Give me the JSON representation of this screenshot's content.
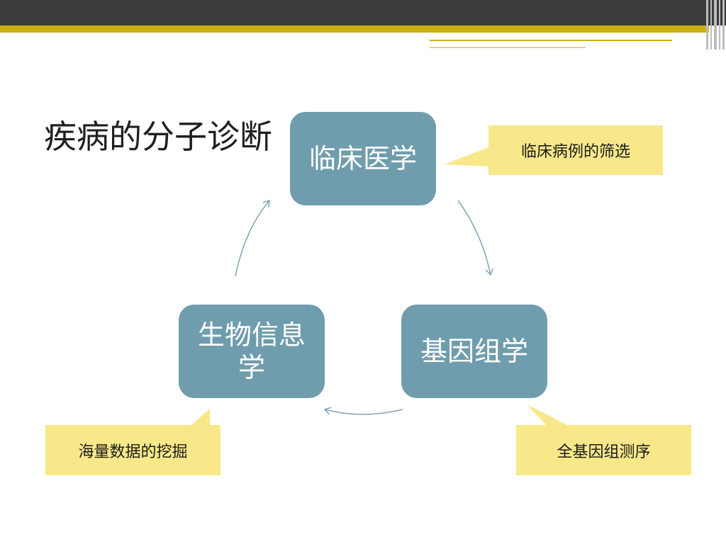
{
  "slide": {
    "title": "疾病的分子诊断"
  },
  "cycle": {
    "nodes": {
      "top": "临床医学",
      "right": "基因组学",
      "left": "生物信息学"
    },
    "callouts": {
      "top": "临床病例的筛选",
      "right": "全基因组测序",
      "left": "海量数据的挖掘"
    }
  },
  "colors": {
    "node_fill": "#6f9dad",
    "callout_fill": "#f8e889",
    "arrow": "#7fa6b6",
    "header_dark": "#3b3b3b",
    "header_gold": "#cdb00f"
  }
}
